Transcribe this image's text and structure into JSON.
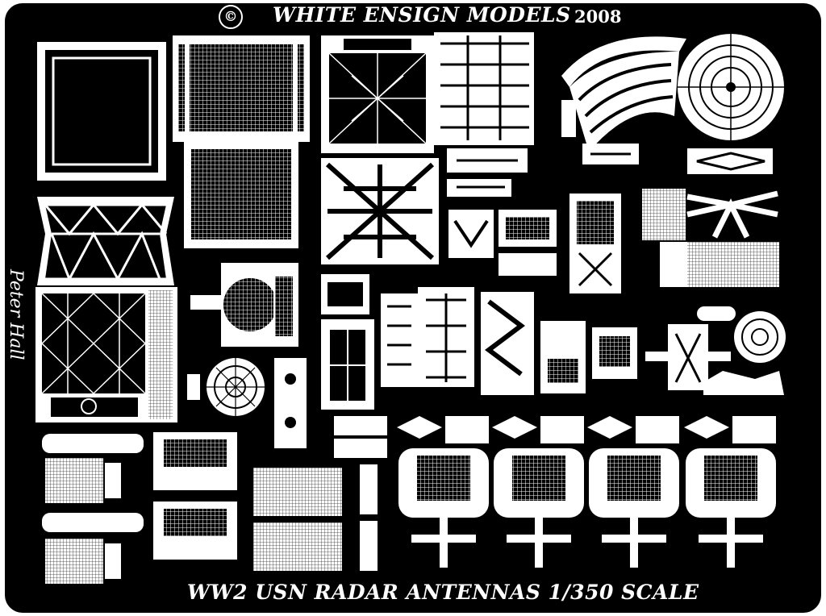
{
  "header": {
    "copyright_symbol": "©",
    "maker": "WHITE ENSIGN MODELS",
    "year": "2008"
  },
  "footer": {
    "title": "WW2  USN  RADAR ANTENNAS  1/350 SCALE"
  },
  "signature": "Peter Hall",
  "colors": {
    "fret_background": "#000000",
    "etch": "#ffffff"
  }
}
